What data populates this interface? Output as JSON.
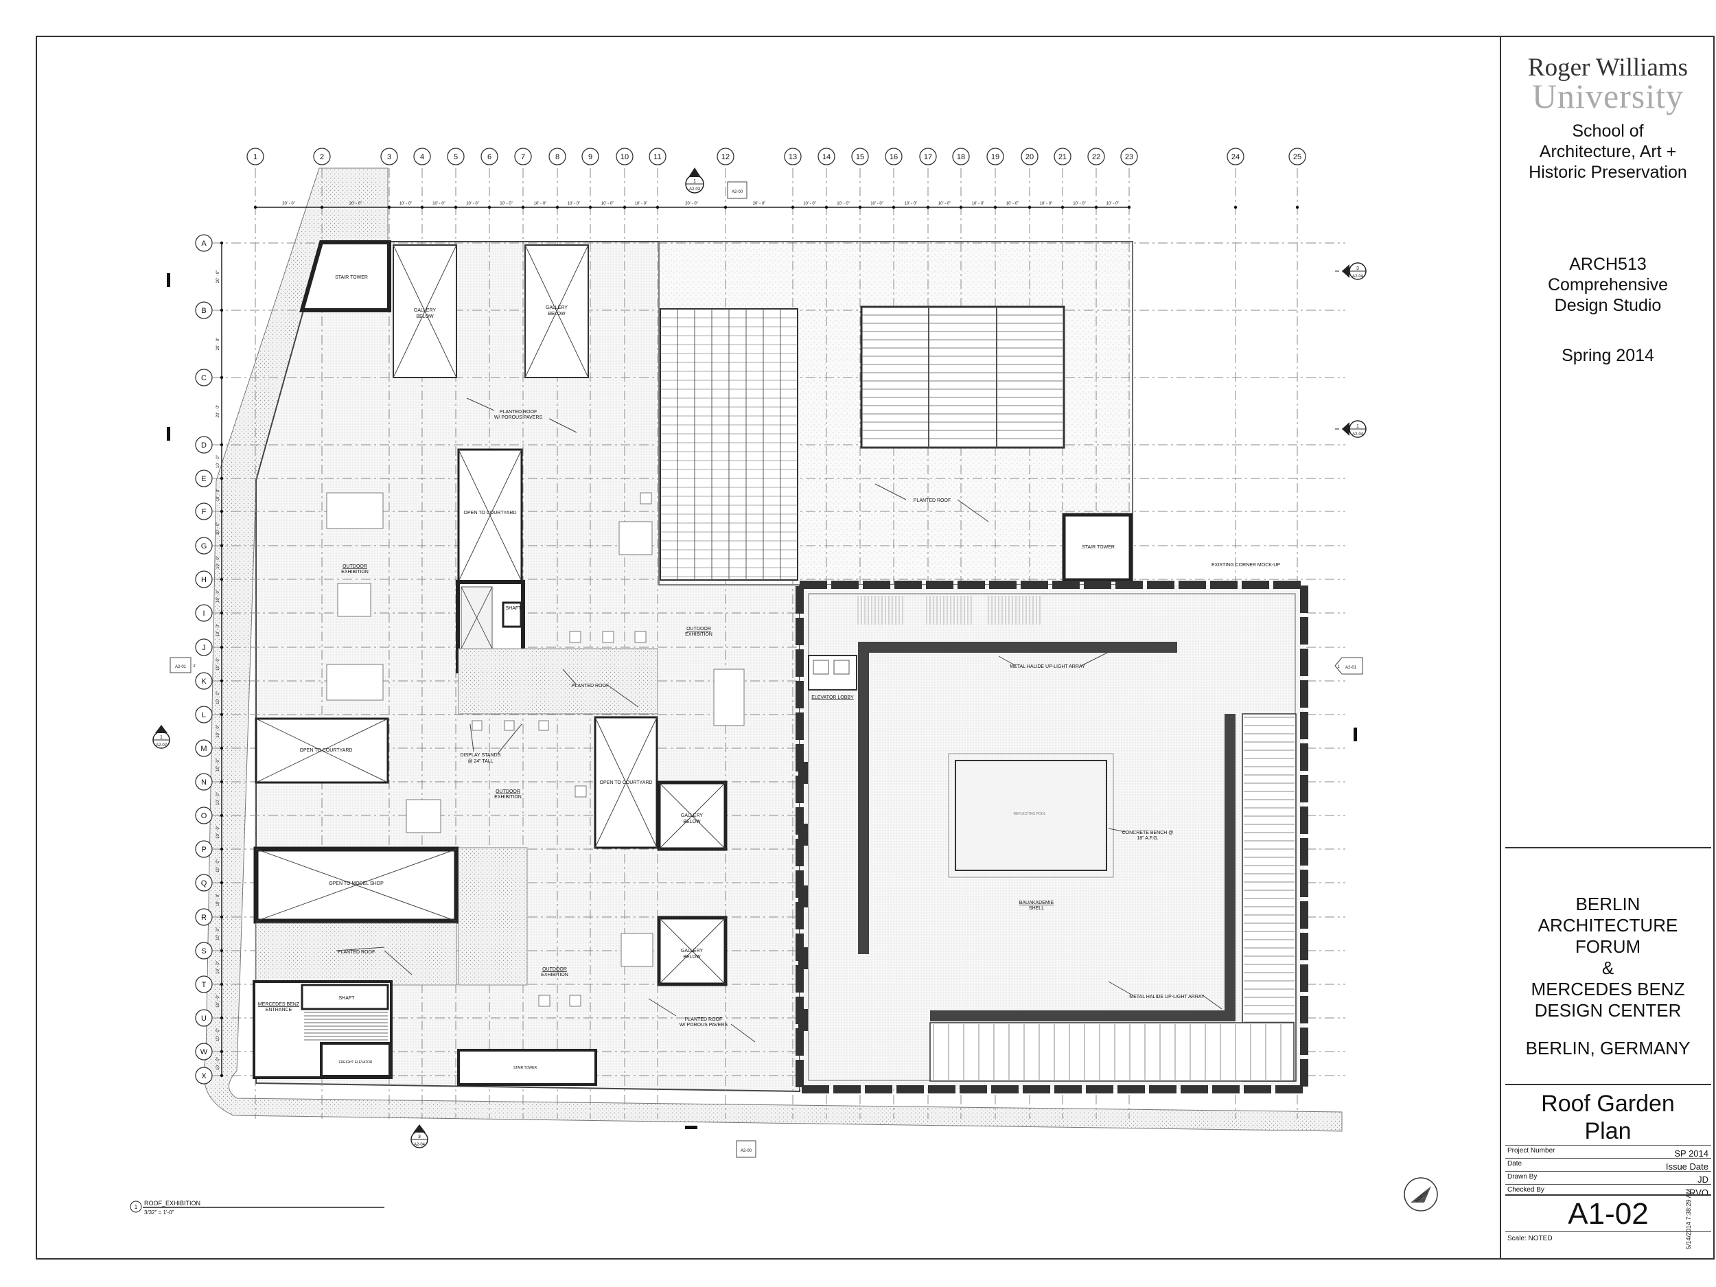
{
  "title_block": {
    "logo": {
      "line1": "Roger Williams",
      "line2": "University"
    },
    "school": [
      "School of",
      "Architecture, Art +",
      "Historic Preservation"
    ],
    "course": [
      "ARCH513",
      "Comprehensive",
      "Design Studio"
    ],
    "term": "Spring 2014",
    "project": [
      "BERLIN",
      "ARCHITECTURE",
      "FORUM",
      "&",
      "MERCEDES BENZ",
      "DESIGN CENTER"
    ],
    "location": "BERLIN, GERMANY",
    "sheet_title": [
      "Roof Garden",
      "Plan"
    ],
    "rows": [
      {
        "label": "Project Number",
        "value": "SP 2014"
      },
      {
        "label": "Date",
        "value": "Issue Date"
      },
      {
        "label": "Drawn By",
        "value": "JD"
      },
      {
        "label": "Checked By",
        "value": "RVO"
      }
    ],
    "sheet_number": "A1-02",
    "scale_label": "Scale: NOTED",
    "timestamp": "5/14/2014 7:38:29 AM"
  },
  "grid": {
    "columns": [
      "1",
      "2",
      "3",
      "4",
      "5",
      "6",
      "7",
      "8",
      "9",
      "10",
      "11",
      "12",
      "13",
      "14",
      "15",
      "16",
      "17",
      "18",
      "19",
      "20",
      "21",
      "22",
      "23",
      "24",
      "25"
    ],
    "rows": [
      "A",
      "B",
      "C",
      "D",
      "E",
      "F",
      "G",
      "H",
      "I",
      "J",
      "K",
      "L",
      "M",
      "N",
      "O",
      "P",
      "Q",
      "R",
      "S",
      "T",
      "U",
      "W",
      "X"
    ],
    "column_dims": [
      "20' - 0\"",
      "20' - 0\"",
      "10' - 0\"",
      "10' - 0\"",
      "10' - 0\"",
      "10' - 0\"",
      "10' - 0\"",
      "10' - 0\"",
      "10' - 0\"",
      "10' - 0\"",
      "20' - 0\"",
      "20' - 0\"",
      "10' - 0\"",
      "10' - 0\"",
      "10' - 0\"",
      "10' - 0\"",
      "10' - 0\"",
      "10' - 0\"",
      "10' - 0\"",
      "10' - 0\"",
      "10' - 0\"",
      "10' - 0\""
    ],
    "row_dims": [
      "20' - 0\"",
      "20' - 0\"",
      "20' - 0\"",
      "10' - 0\"",
      "10' - 0\"",
      "10' - 0\"",
      "10' - 0\"",
      "10' - 0\"",
      "10' - 0\"",
      "10' - 0\"",
      "10' - 0\"",
      "10' - 0\"",
      "10' - 0\"",
      "10' - 0\"",
      "10' - 0\"",
      "10' - 0\"",
      "10' - 0\"",
      "10' - 0\"",
      "10' - 0\"",
      "10' - 0\"",
      "10' - 0\"",
      "10' - 0\""
    ]
  },
  "labels": {
    "stair_tower_nw": "STAIR TOWER",
    "gallery_below_1": [
      "GALLERY",
      "BELOW"
    ],
    "gallery_below_2": [
      "GALLERY",
      "BELOW"
    ],
    "planted_roof_porous_1": [
      "PLANTED ROOF",
      "W/ POROUS PAVERS"
    ],
    "planted_roof_n": "PLANTED ROOF",
    "stair_tower_ne": "STAIR TOWER",
    "existing_corner": "EXISTING CORNER MOCK-UP",
    "open_courtyard_1": "OPEN TO COURTYARD",
    "outdoor_exhibition_1": [
      "OUTDOOR",
      "EXHIBITION"
    ],
    "shaft_1": "SHAFT",
    "outdoor_exhibition_2": [
      "OUTDOOR",
      "EXHIBITION"
    ],
    "planted_roof_c": "PLANTED ROOF",
    "metal_halide_1": "METAL HALIDE UP-LIGHT ARRAY",
    "elevator_lobby": "ELEVATOR LOBBY",
    "open_courtyard_2": "OPEN TO COURTYARD",
    "display_stands": [
      "DISPLAY STANDS",
      "@ 24\" TALL"
    ],
    "outdoor_exhibition_3": [
      "OUTDOOR",
      "EXHIBITION"
    ],
    "open_courtyard_3": "OPEN TO COURTYARD",
    "gallery_below_3": [
      "GALLERY",
      "BELOW"
    ],
    "reflecting_pool": "REFLECTING POOL",
    "concrete_bench": [
      "CONCRETE BENCH @",
      "18\" A.F.G."
    ],
    "open_model_shop": "OPEN TO MODEL SHOP",
    "bauakademie": [
      "BAUAKADEMIE",
      "SHELL"
    ],
    "planted_roof_s": "PLANTED ROOF",
    "gallery_below_4": [
      "GALLERY",
      "BELOW"
    ],
    "outdoor_exhibition_4": [
      "OUTDOOR",
      "EXHIBITION"
    ],
    "metal_halide_2": "METAL HALIDE UP-LIGHT ARRAY",
    "mercedes_entrance": [
      "MERCEDES BENZ",
      "ENTRANCE"
    ],
    "shaft_2": "SHAFT",
    "planted_roof_porous_2": [
      "PLANTED ROOF",
      "W/ POROUS PAVERS"
    ],
    "freight_elevator": "FREIGHT ELEVATOR",
    "stair_tower_s": "STAIR TOWER"
  },
  "section_marks": {
    "top": {
      "num": "1",
      "sheet": "A2-03"
    },
    "top_ref": "A2-00",
    "right_a": {
      "num": "3",
      "sheet": "A2-04"
    },
    "right_b": {
      "num": "1",
      "sheet": "A2-04"
    },
    "left_elev": {
      "num": "2",
      "sheet": "A2-01"
    },
    "right_elev": {
      "num": "1",
      "sheet": "A2-01"
    },
    "left_sec": {
      "num": "1",
      "sheet": "A2-02"
    },
    "bottom": {
      "num": "3",
      "sheet": "A2-04"
    },
    "bottom_ref": "A2-00"
  },
  "view_title": {
    "num": "1",
    "name": "ROOF_EXHIBITION",
    "scale": "3/32\" = 1'-0\""
  },
  "north": "NORTH"
}
